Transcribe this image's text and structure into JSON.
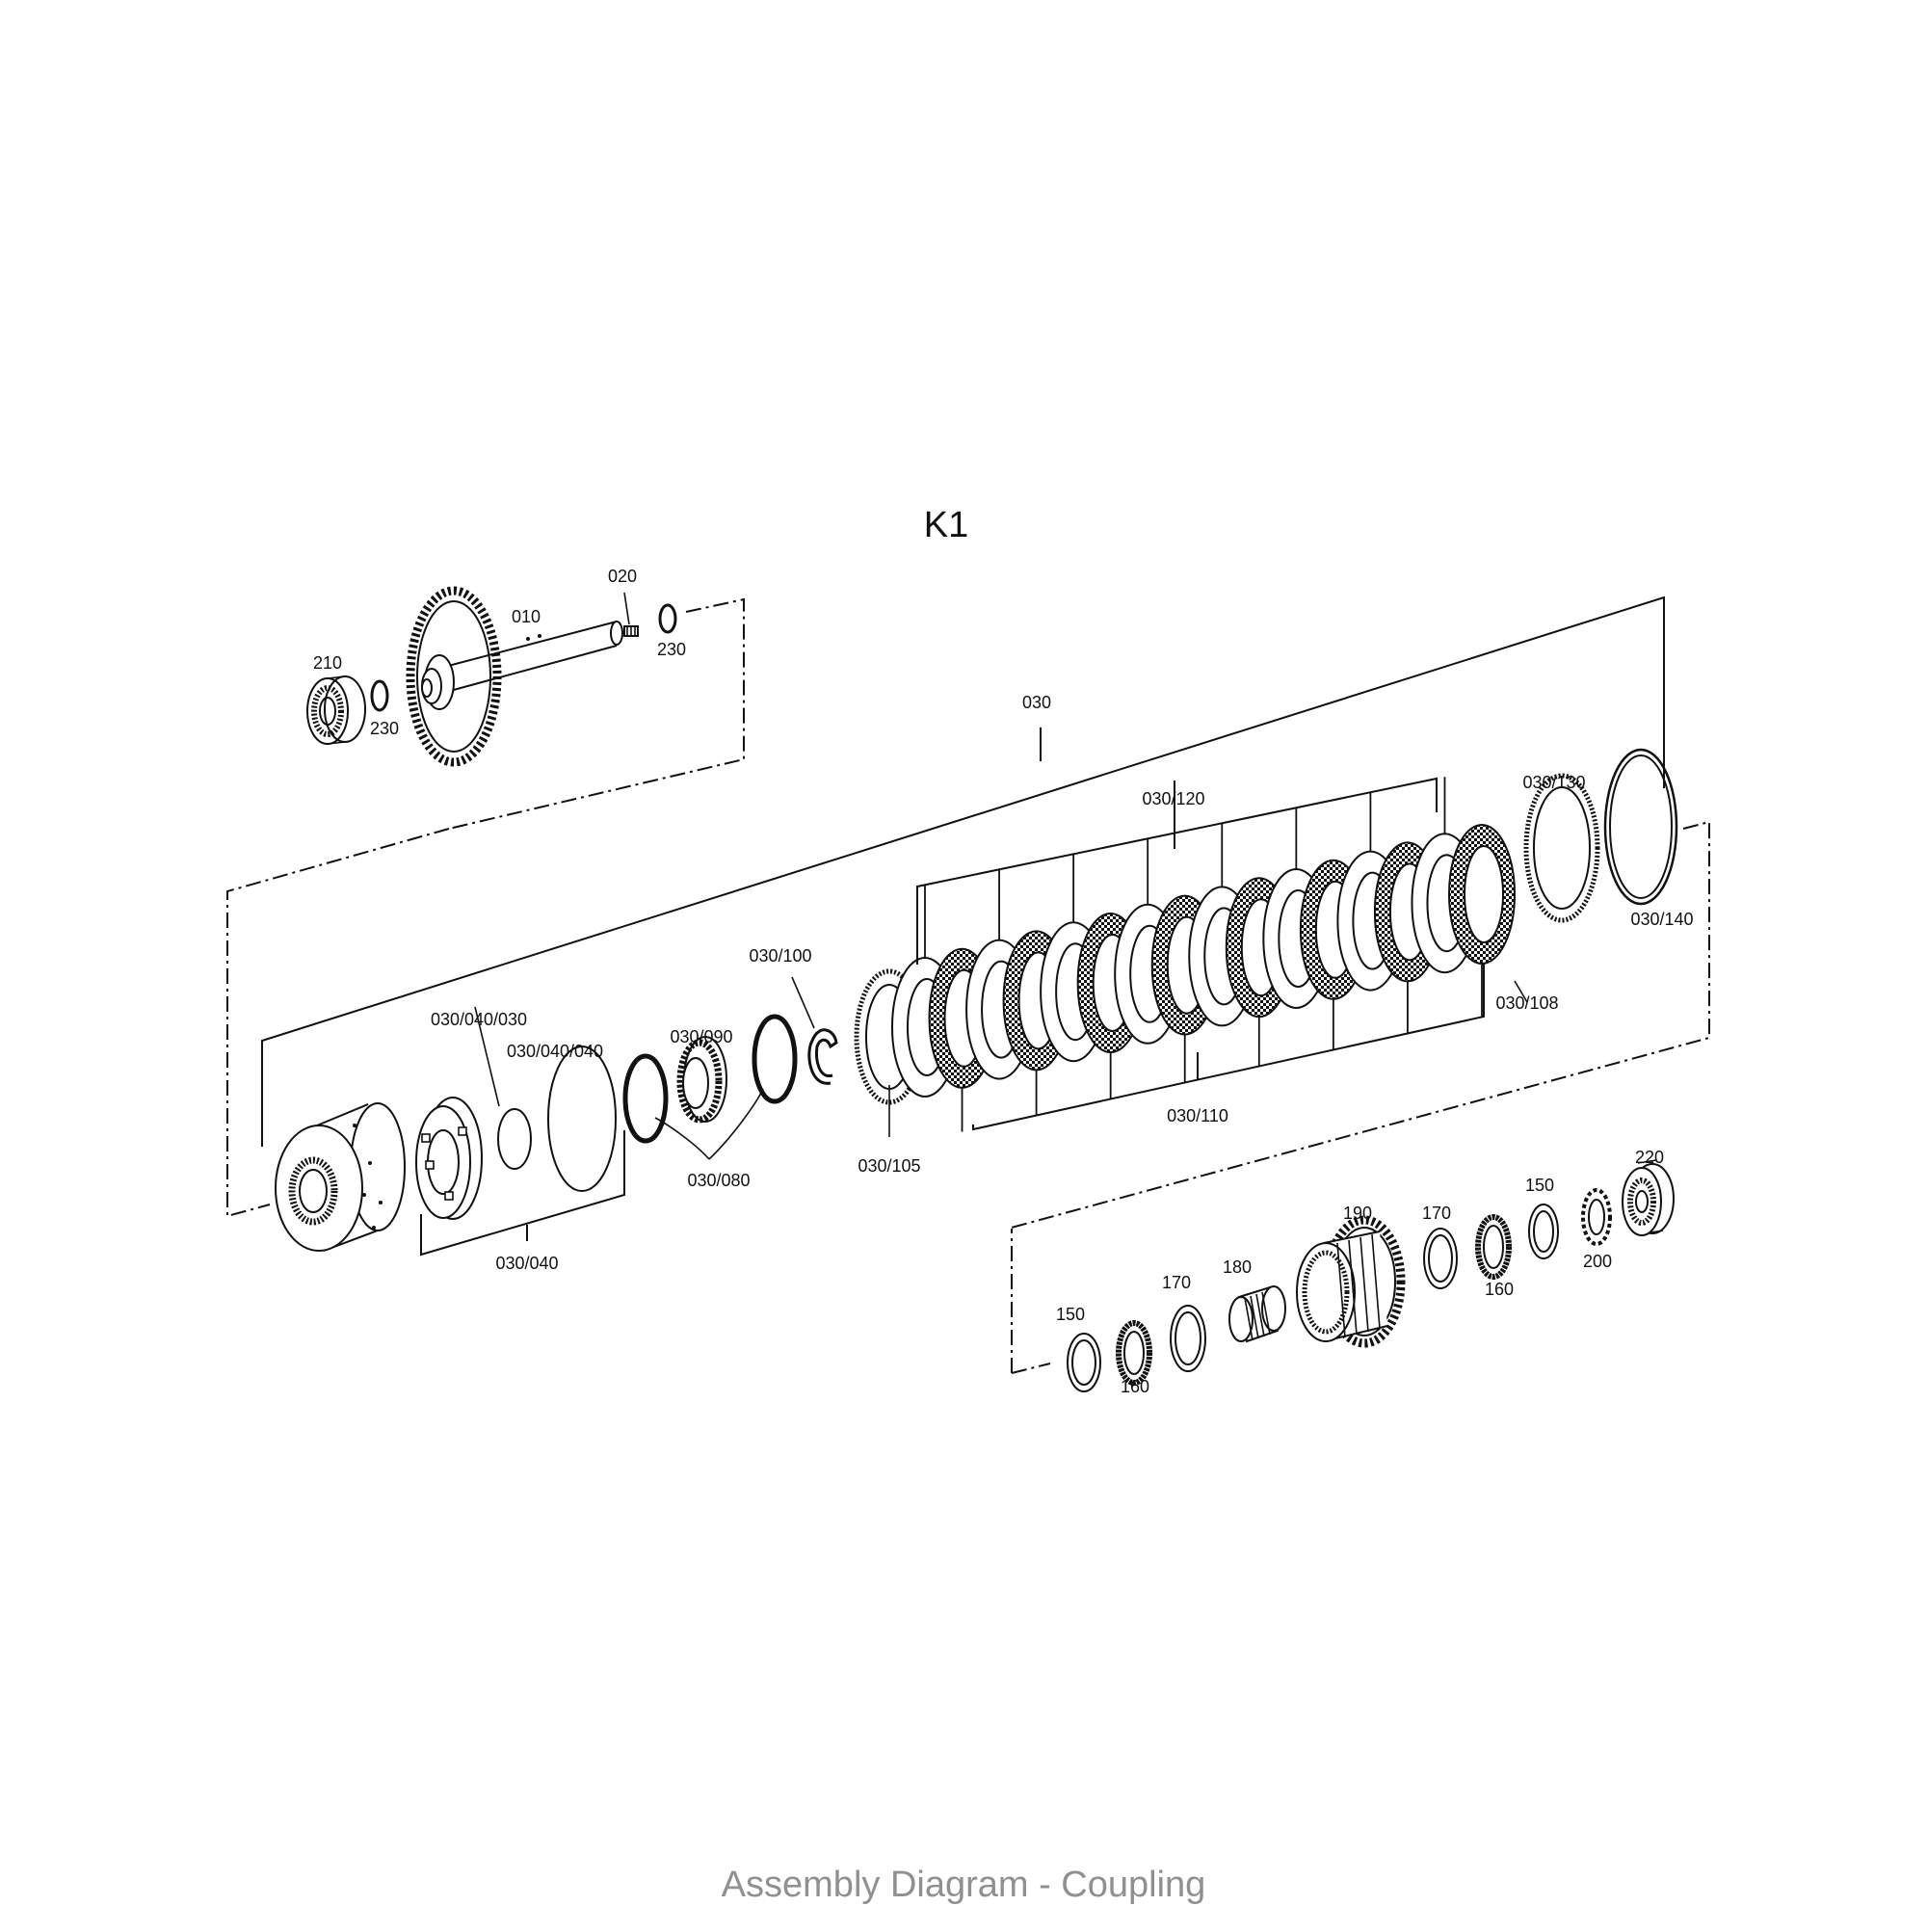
{
  "title": "K1",
  "caption": "Assembly Diagram - Coupling",
  "labels": {
    "p010": "010",
    "p020": "020",
    "p030": "030",
    "p030_040": "030/040",
    "p030_040_030": "030/040/030",
    "p030_040_040": "030/040/040",
    "p030_080": "030/080",
    "p030_090": "030/090",
    "p030_100": "030/100",
    "p030_105": "030/105",
    "p030_108": "030/108",
    "p030_110": "030/110",
    "p030_120": "030/120",
    "p030_130": "030/130",
    "p030_140": "030/140",
    "p150a": "150",
    "p150b": "150",
    "p160a": "160",
    "p160b": "160",
    "p170a": "170",
    "p170b": "170",
    "p180": "180",
    "p190": "190",
    "p200": "200",
    "p210": "210",
    "p220": "220",
    "p230a": "230",
    "p230b": "230"
  }
}
